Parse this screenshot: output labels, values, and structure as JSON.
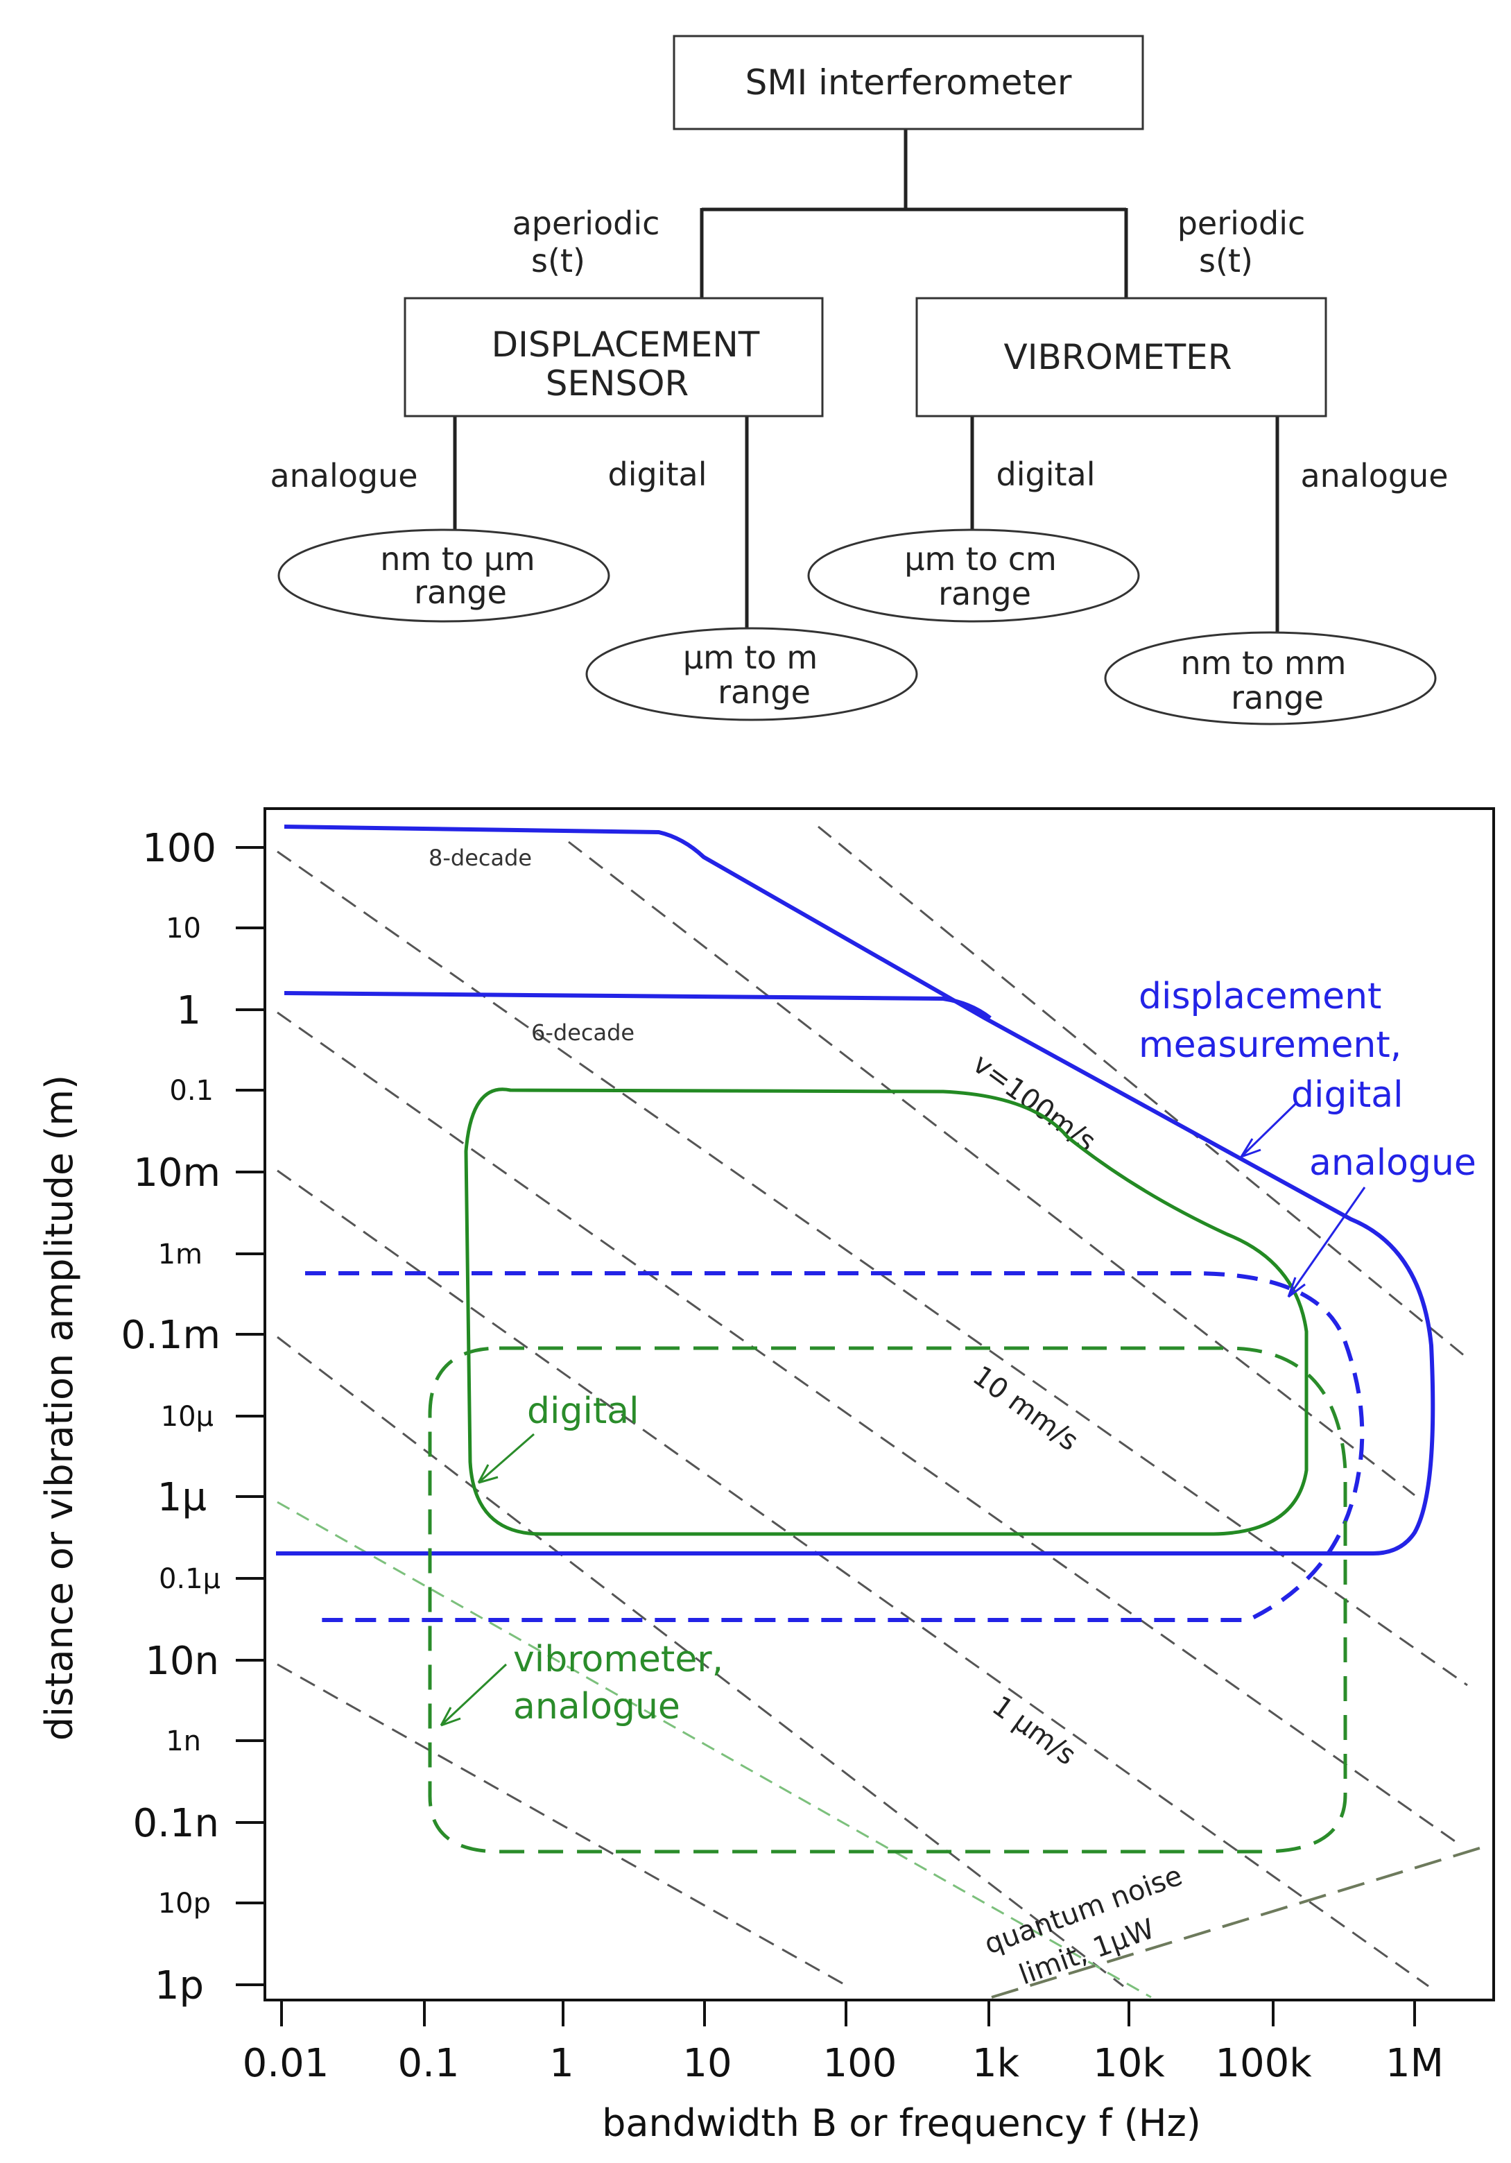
{
  "tree": {
    "root": "SMI interferometer",
    "branch_left": [
      "aperiodic",
      "s(t)"
    ],
    "branch_right": [
      "periodic",
      "s(t)"
    ],
    "node_left": [
      "DISPLACEMENT",
      "SENSOR"
    ],
    "node_right": "VIBROMETER",
    "ll_label": "analogue",
    "lr_label": "digital",
    "rl_label": "digital",
    "rr_label": "analogue",
    "leaf_ll": [
      "nm to µm",
      "range"
    ],
    "leaf_lr": [
      "µm to m",
      "range"
    ],
    "leaf_rl": [
      "µm to cm",
      "range"
    ],
    "leaf_rr": [
      "nm to mm",
      "range"
    ]
  },
  "chart_data": {
    "type": "line",
    "xlabel": "bandwidth B or frequency  f (Hz)",
    "ylabel": "distance or vibration amplitude (m)",
    "x_scale": "log",
    "y_scale": "log",
    "x_ticks": [
      "0.01",
      "0.1",
      "1",
      "10",
      "100",
      "1k",
      "10k",
      "100k",
      "1M"
    ],
    "y_ticks": [
      "100",
      "10",
      "1",
      "0.1",
      "10m",
      "1m",
      "0.1m",
      "10µ",
      "1µ",
      "0.1µ",
      "10n",
      "1n",
      "0.1n",
      "10p",
      "1p"
    ],
    "xlim": [
      0.01,
      10000000
    ],
    "ylim": [
      1e-12,
      300
    ],
    "iso_lines": [
      {
        "label": "8-decade"
      },
      {
        "label": "6-decade"
      },
      {
        "label": "v=100m/s"
      },
      {
        "label": "10 mm/s"
      },
      {
        "label": "1 µm/s"
      }
    ],
    "regions": [
      {
        "name": "displacement measurement, digital",
        "lines": [
          "displacement",
          "measurement,",
          "digital"
        ],
        "color": "#2323e6",
        "style": "solid"
      },
      {
        "name": "analogue",
        "color": "#2323e6",
        "style": "dashed"
      },
      {
        "name": "digital",
        "color": "#238a23",
        "style": "solid"
      },
      {
        "name": "vibrometer, analogue",
        "lines": [
          "vibrometer,",
          "analogue"
        ],
        "color": "#2a8c2a",
        "style": "dashed"
      }
    ],
    "quantum_noise": [
      "quantum noise",
      "limit, 1µW"
    ]
  }
}
